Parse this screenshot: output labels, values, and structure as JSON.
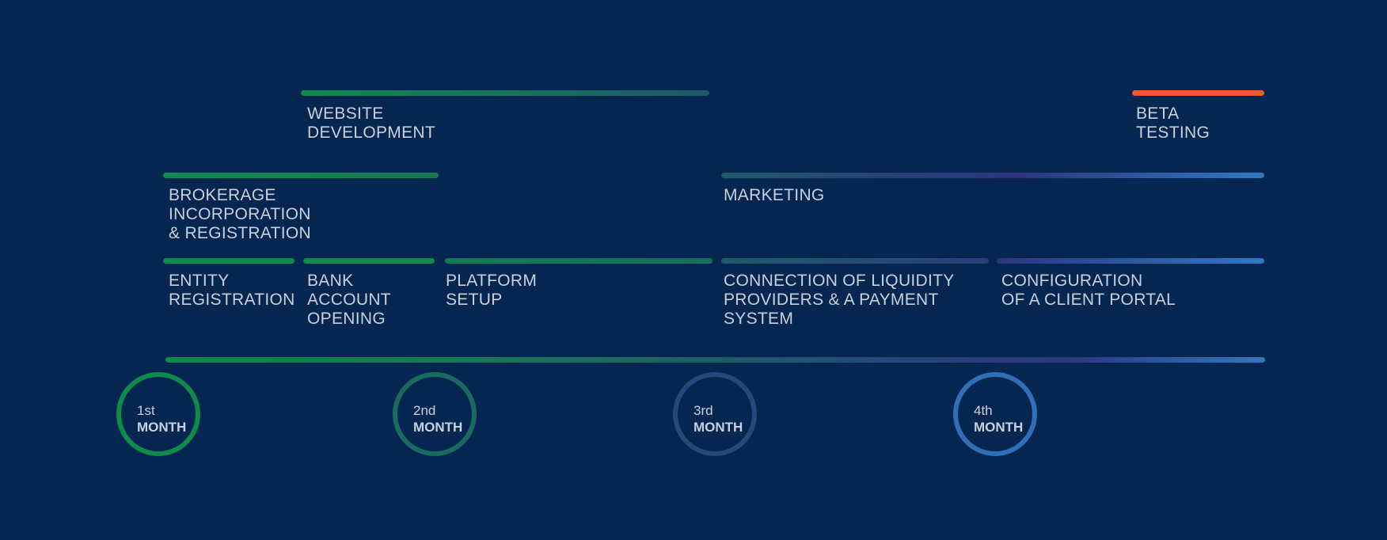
{
  "tasks": {
    "website_development": "WEBSITE\nDEVELOPMENT",
    "beta_testing": "BETA\nTESTING",
    "brokerage": "BROKERAGE\nINCORPORATION\n& REGISTRATION",
    "marketing": "MARKETING",
    "entity_registration": "ENTITY\nREGISTRATION",
    "bank_account": "BANK\nACCOUNT\nOPENING",
    "platform_setup": "PLATFORM\nSETUP",
    "liquidity": "CONNECTION OF LIQUIDITY\nPROVIDERS & A PAYMENT\nSYSTEM",
    "client_portal": "CONFIGURATION\nOF A CLIENT PORTAL"
  },
  "months": [
    {
      "ordinal": "1st",
      "label": "MONTH"
    },
    {
      "ordinal": "2nd",
      "label": "MONTH"
    },
    {
      "ordinal": "3rd",
      "label": "MONTH"
    },
    {
      "ordinal": "4th",
      "label": "MONTH"
    }
  ],
  "colors": {
    "background": "#052651",
    "green": "#0e8a4a",
    "teal": "#1a6b5e",
    "slate": "#24497a",
    "indigo": "#2e3580",
    "blue": "#2f79c2",
    "orange": "#ef5a2a",
    "text": "#c9d0db"
  }
}
